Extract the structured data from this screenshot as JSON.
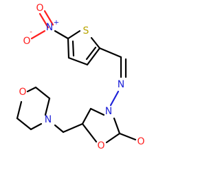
{
  "molecule": {
    "atoms": {
      "nitro_o_minus": {
        "symbol": "O",
        "charge": "-",
        "color": "#ff2020"
      },
      "nitro_n_plus": {
        "symbol": "N",
        "charge": "+",
        "color": "#1e22d8"
      },
      "nitro_o_double": {
        "symbol": "O",
        "charge": "",
        "color": "#ff2020"
      },
      "thiophene_s": {
        "symbol": "S",
        "charge": "",
        "color": "#b8a400"
      },
      "imine_n": {
        "symbol": "N",
        "charge": "",
        "color": "#1e22d8"
      },
      "ring_n": {
        "symbol": "N",
        "charge": "",
        "color": "#1e22d8"
      },
      "ring_o": {
        "symbol": "O",
        "charge": "",
        "color": "#ff2020"
      },
      "carbonyl_o": {
        "symbol": "O",
        "charge": "",
        "color": "#ff2020"
      },
      "morpholine_o": {
        "symbol": "O",
        "charge": "",
        "color": "#ff2020"
      },
      "morpholine_n": {
        "symbol": "N",
        "charge": "",
        "color": "#1e22d8"
      }
    }
  }
}
